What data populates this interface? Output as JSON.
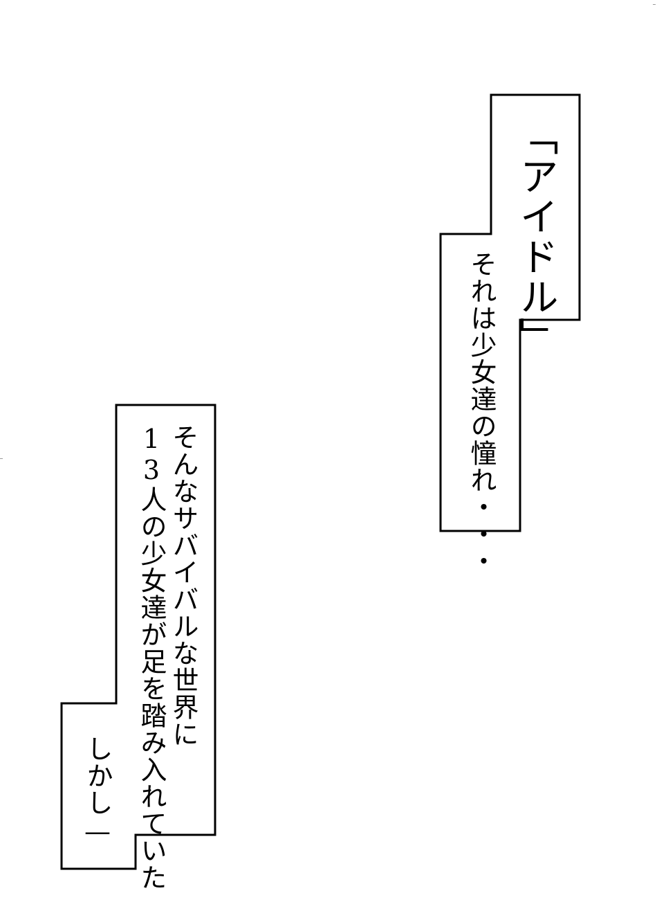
{
  "box1": {
    "title": "「アイドル」",
    "line1": "それは少女達の憧れ・・・"
  },
  "box2": {
    "line1": "そんなサバイバルな世界に",
    "line2": "13人の少女達が足を踏み入れていた",
    "line3": "しかし—"
  },
  "colors": {
    "background": "#ffffff",
    "ink": "#000000"
  }
}
